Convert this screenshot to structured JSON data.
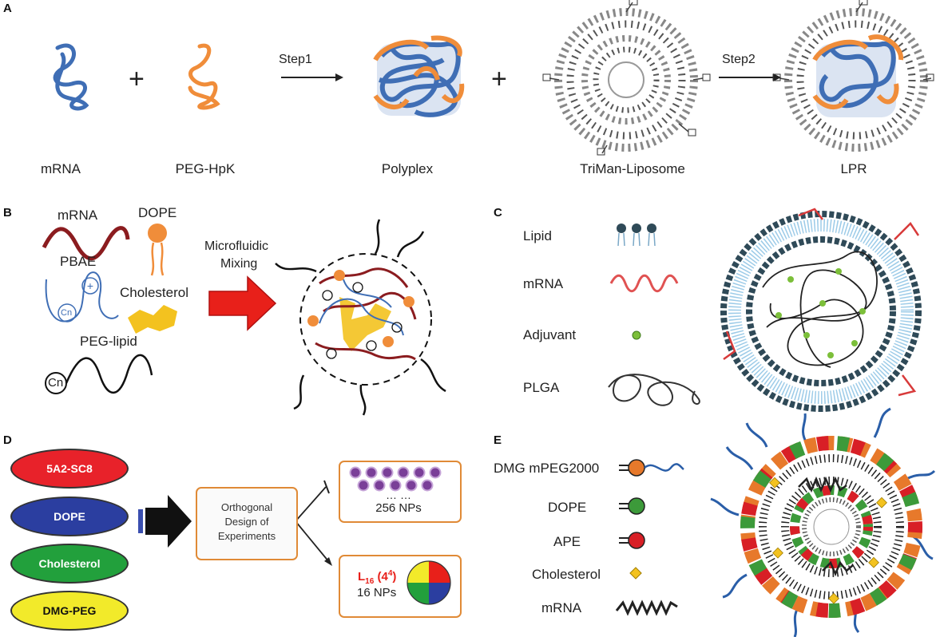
{
  "panel_labels": {
    "a": "A",
    "b": "B",
    "c": "C",
    "d": "D",
    "e": "E"
  },
  "panel_a": {
    "mrna": "mRNA",
    "peg_hpk": "PEG-HpK",
    "polyplex": "Polyplex",
    "triman": "TriMan-Liposome",
    "lpr": "LPR",
    "plus": "+",
    "step1": "Step1",
    "step2": "Step2"
  },
  "panel_b": {
    "mrna": "mRNA",
    "dope": "DOPE",
    "pbae": "PBAE",
    "cholesterol": "Cholesterol",
    "peg_lipid": "PEG-lipid",
    "cn": "Cn",
    "mixing_line1": "Microfluidic",
    "mixing_line2": "Mixing"
  },
  "panel_c": {
    "lipid": "Lipid",
    "mrna": "mRNA",
    "adjuvant": "Adjuvant",
    "plga": "PLGA"
  },
  "panel_d": {
    "components": [
      "5A2-SC8",
      "DOPE",
      "Cholesterol",
      "DMG-PEG"
    ],
    "component_colors": [
      "#e8222a",
      "#2b3ea0",
      "#22a03c",
      "#f2ea2a"
    ],
    "design_line1": "Orthogonal",
    "design_line2": "Design of",
    "design_line3": "Experiments",
    "dots": "… …",
    "nps_256": "256 NPs",
    "l16_base": "L",
    "l16_sub": "16",
    "l16_paren": "(4",
    "l16_sup": "4",
    "l16_close": ")",
    "nps_16": "16 NPs"
  },
  "panel_e": {
    "dmg": "DMG mPEG2000",
    "dope": "DOPE",
    "ape": "APE",
    "cholesterol": "Cholesterol",
    "mrna": "mRNA"
  },
  "colors": {
    "mrna_blue": "#3f6eb5",
    "peg_orange": "#f08d3a",
    "arrow_red": "#e8201a",
    "dmg_orange": "#e7792b",
    "dope_green": "#3c9a3a",
    "ape_red": "#d81f26",
    "chol_yellow": "#f3c21f",
    "np_purple": "#7a3f98"
  }
}
